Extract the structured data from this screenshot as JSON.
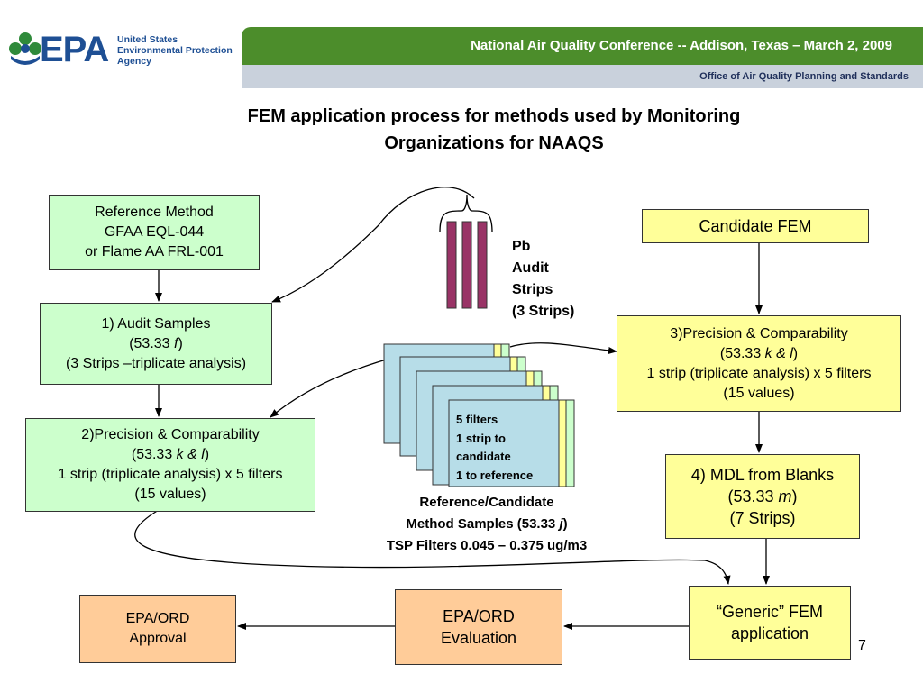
{
  "header": {
    "logo_letters": "EPA",
    "agency_line1": "United States",
    "agency_line2": "Environmental Protection",
    "agency_line3": "Agency",
    "conference": "National Air Quality Conference -- Addison, Texas – March 2, 2009",
    "office": "Office of Air Quality Planning and Standards"
  },
  "title": {
    "line1": "FEM application process for methods used by Monitoring",
    "line2": "Organizations for NAAQS"
  },
  "nodes": {
    "reference_method": {
      "line1": "Reference Method",
      "line2": "GFAA EQL-044",
      "line3": "or Flame AA FRL-001"
    },
    "audit_samples": {
      "line1": "1) Audit Samples",
      "line2_pre": "(53.33 ",
      "line2_ital": "f",
      "line2_post": ")",
      "line3": "(3 Strips –triplicate analysis)"
    },
    "precision_left": {
      "line1": "2)Precision  & Comparability",
      "line2_pre": "(53.33 ",
      "line2_ital": "k & l",
      "line2_post": ")",
      "line3": "1 strip (triplicate analysis) x 5 filters",
      "line4": "(15 values)"
    },
    "candidate_fem": {
      "line1": "Candidate FEM"
    },
    "precision_right": {
      "line1": "3)Precision  & Comparability",
      "line2_pre": "(53.33 ",
      "line2_ital": "k & l",
      "line2_post": ")",
      "line3": "1 strip (triplicate analysis) x 5 filters",
      "line4": "(15 values)"
    },
    "mdl": {
      "line1": "4) MDL from Blanks",
      "line2_pre": "(53.33 ",
      "line2_ital": "m",
      "line2_post": ")",
      "line3": "(7 Strips)"
    },
    "generic_fem": {
      "line1": "“Generic” FEM",
      "line2": "application"
    },
    "epa_ord_evaluation": {
      "line1": "EPA/ORD",
      "line2": "Evaluation"
    },
    "epa_ord_approval": {
      "line1": "EPA/ORD",
      "line2": "Approval"
    }
  },
  "strips_label": {
    "line1": "Pb",
    "line2": "Audit",
    "line3": "Strips",
    "line4": "(3 Strips)"
  },
  "filters_label": {
    "line1": "5 filters",
    "line2": "1 strip to",
    "line3": "candidate",
    "line4": "1 to reference"
  },
  "samples_label": {
    "line1": "Reference/Candidate",
    "line2_pre": "Method Samples (53.33 ",
    "line2_ital": "j",
    "line2_post": ")",
    "line3": "TSP Filters 0.045 – 0.375 ug/m3"
  },
  "page_number": "7",
  "colors": {
    "header_green": "#4c8d2b",
    "header_gray": "#c9d1dc",
    "epa_blue": "#1e4f94",
    "box_green": "#ccffcc",
    "box_yellow": "#ffff99",
    "box_orange": "#ffcc99",
    "strip_purple": "#993366",
    "filter_blue": "#b7dde8"
  }
}
